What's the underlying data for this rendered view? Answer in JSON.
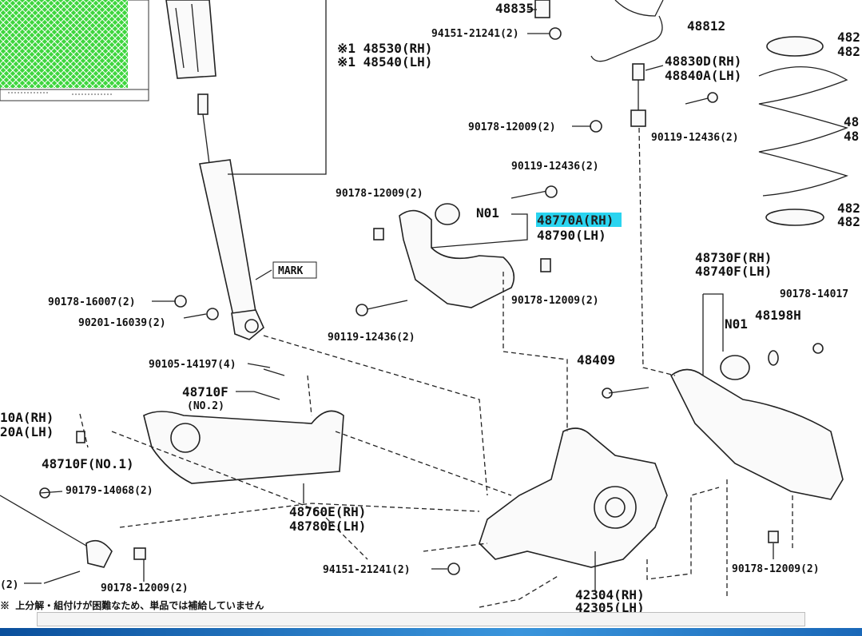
{
  "labels": {
    "l48835": "48835",
    "l48812": "48812",
    "l94151a": "94151-21241(2)",
    "l48530": "※1 48530(RH)",
    "l48540": "※1 48540(LH)",
    "l48830": "48830D(RH)",
    "l48840": "48840A(LH)",
    "l90178_12009a": "90178-12009(2)",
    "l90119a": "90119-12436(2)",
    "l90119b": "90119-12436(2)",
    "l90178_12009b": "90178-12009(2)",
    "lN01a": "N01",
    "l48770": "48770A(RH)",
    "l48790": "48790(LH)",
    "lmark": "MARK",
    "l90178_16007": "90178-16007(2)",
    "l90201": "90201-16039(2)",
    "l90178_12009c": "90178-12009(2)",
    "l90119c": "90119-12436(2)",
    "l48730": "48730F(RH)",
    "l48740": "48740F(LH)",
    "l90178_14017": "90178-14017",
    "lN01b": "N01",
    "l48198": "48198H",
    "l90105": "90105-14197(4)",
    "l48409": "48409",
    "l48710F": "48710F",
    "lno2": "(NO.2)",
    "l10A": "10A(RH)",
    "l20A": "20A(LH)",
    "l48710F1": "48710F(NO.1)",
    "l90179": "90179-14068(2)",
    "l48760": "48760E(RH)",
    "l48780": "48780E(LH)",
    "l90178_12009d": "90178-12009(2)",
    "l90178_12009e": "90178-12009(2)",
    "l94151b": "94151-21241(2)",
    "l42304": "42304(RH)",
    "l42305": "42305(LH)",
    "l2": "(2)",
    "lnote": "※ 上分解・組付けが困難なため、単品では補給していません",
    "l48r1": "482",
    "l48r2": "482",
    "l48r3": "48",
    "l48r4": "48",
    "l48r5": "482",
    "l48r6": "482"
  },
  "colors": {
    "highlight": "#2ad4f0",
    "thumbnail_fill": "#3ed63e"
  }
}
